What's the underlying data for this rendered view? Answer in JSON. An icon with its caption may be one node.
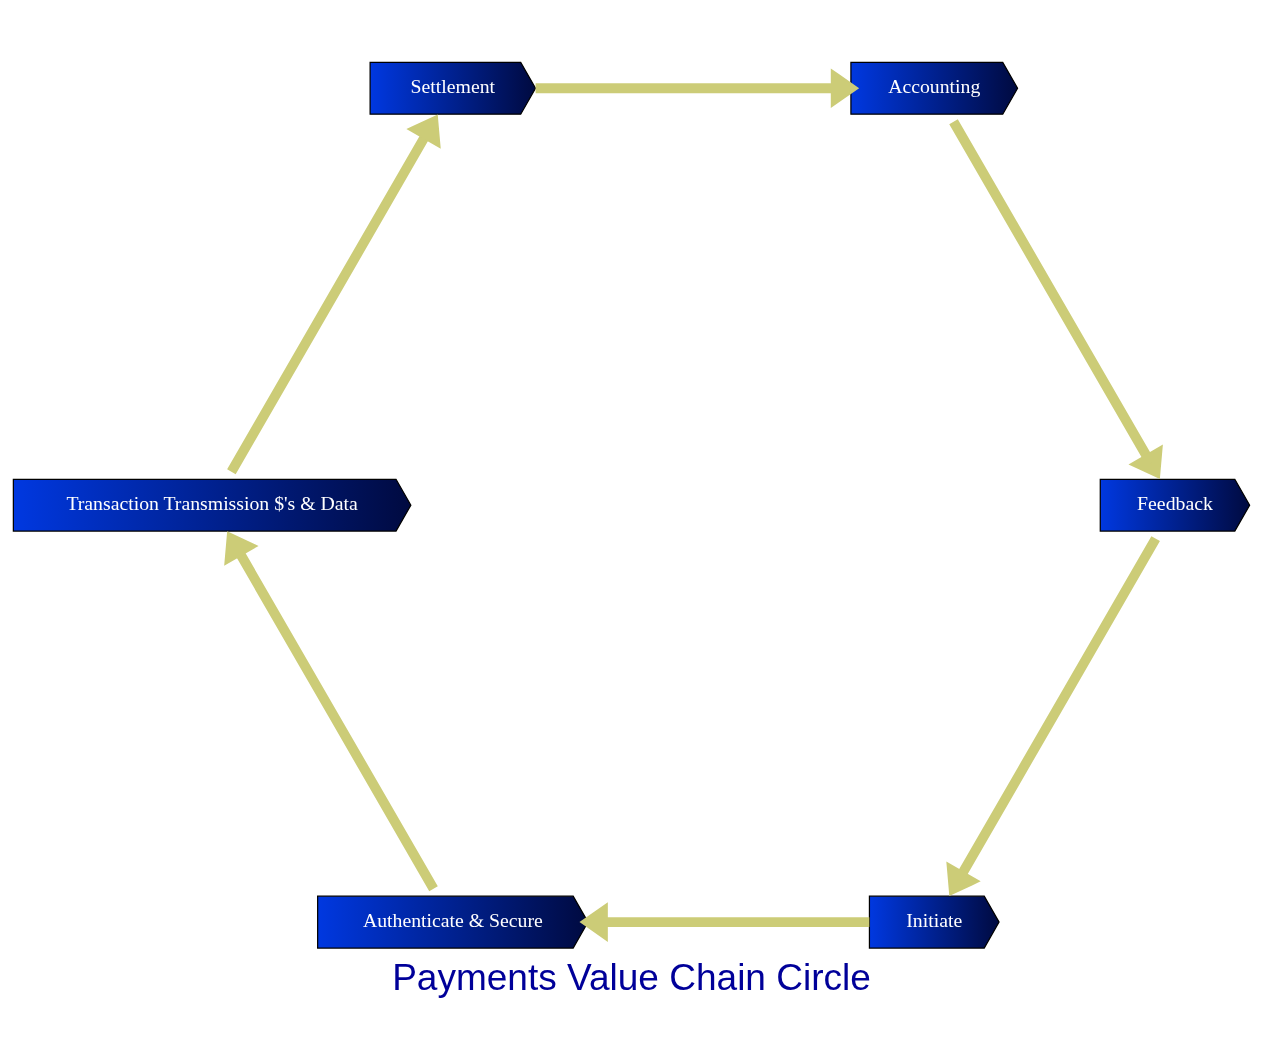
{
  "diagram": {
    "title": "Payments Value Chain Circle",
    "nodes": [
      {
        "text": [
          "Initiate"
        ]
      },
      {
        "text": [
          "Authenticate & Secure"
        ]
      },
      {
        "text": [
          "Transaction Transmission $'s & Data"
        ]
      },
      {
        "text": [
          "Settlement"
        ]
      },
      {
        "text": [
          "Accounting"
        ]
      },
      {
        "text": [
          "Feedback"
        ]
      }
    ],
    "edges": [
      {
        "from": 0,
        "to": 1,
        "arrow": "to"
      },
      {
        "from": 1,
        "to": 2,
        "arrow": "to"
      },
      {
        "from": 2,
        "to": 3,
        "arrow": "to"
      },
      {
        "from": 3,
        "to": 4,
        "arrow": "to"
      },
      {
        "from": 4,
        "to": 5,
        "arrow": "to"
      },
      {
        "from": 5,
        "to": 0,
        "arrow": "to"
      }
    ]
  }
}
